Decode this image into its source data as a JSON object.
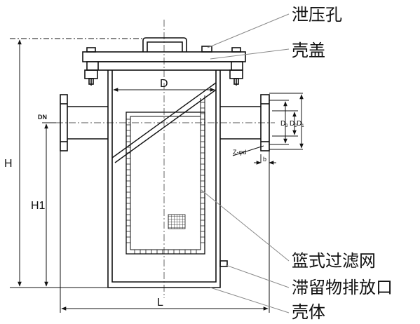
{
  "callouts": {
    "vent_hole": "泄压孔",
    "cover": "壳盖",
    "basket_screen": "篮式过滤网",
    "drain_outlet": "滞留物排放口",
    "shell": "壳体"
  },
  "dimensions": {
    "D": "D",
    "DN": "DN",
    "H": "H",
    "H1": "H1",
    "L": "L",
    "b": "b",
    "bolt_holes": "Z-φd",
    "D1": "D",
    "D1_sub": "1",
    "D2": "D",
    "D2_sub": "2",
    "D3": "D",
    "D3_sub": "3"
  },
  "colors": {
    "line": "#111111",
    "leader": "#888888",
    "center": "#555555"
  }
}
